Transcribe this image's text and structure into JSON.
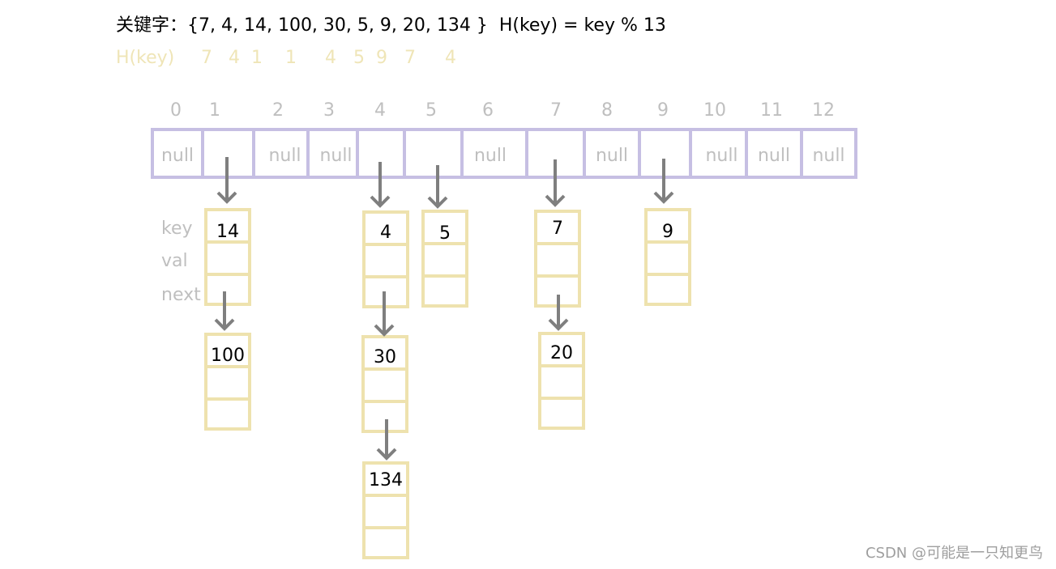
{
  "title": "关键字：{7, 4, 14, 100, 30, 5, 9, 20, 134 }  H(key) = key % 13",
  "hash_row": {
    "label": "H(key)",
    "values": [
      "7",
      "4",
      "1",
      "1",
      "4",
      "5",
      "9",
      "7",
      "4"
    ]
  },
  "hash_table": {
    "indices": [
      "0",
      "1",
      "2",
      "3",
      "4",
      "5",
      "6",
      "7",
      "8",
      "9",
      "10",
      "11",
      "12"
    ],
    "cells": [
      "null",
      "",
      "null",
      "null",
      "",
      "",
      "null",
      "",
      "null",
      "",
      "null",
      "null",
      "null"
    ]
  },
  "node_fields": [
    "key",
    "val",
    "next"
  ],
  "chains": [
    [
      "14",
      "100"
    ],
    [
      "4",
      "30",
      "134"
    ],
    [
      "5"
    ],
    [
      "7",
      "20"
    ],
    [
      "9"
    ]
  ],
  "watermark": "CSDN @可能是一只知更鸟",
  "colors": {
    "table_border": "#c6bfe3",
    "node_border": "#eee2ae",
    "arrow": "#7f7f7f",
    "hash_text": "#efe5b7",
    "muted_text": "#bfbfbf",
    "watermark": "#9e9e9e",
    "ink": "#000000"
  }
}
